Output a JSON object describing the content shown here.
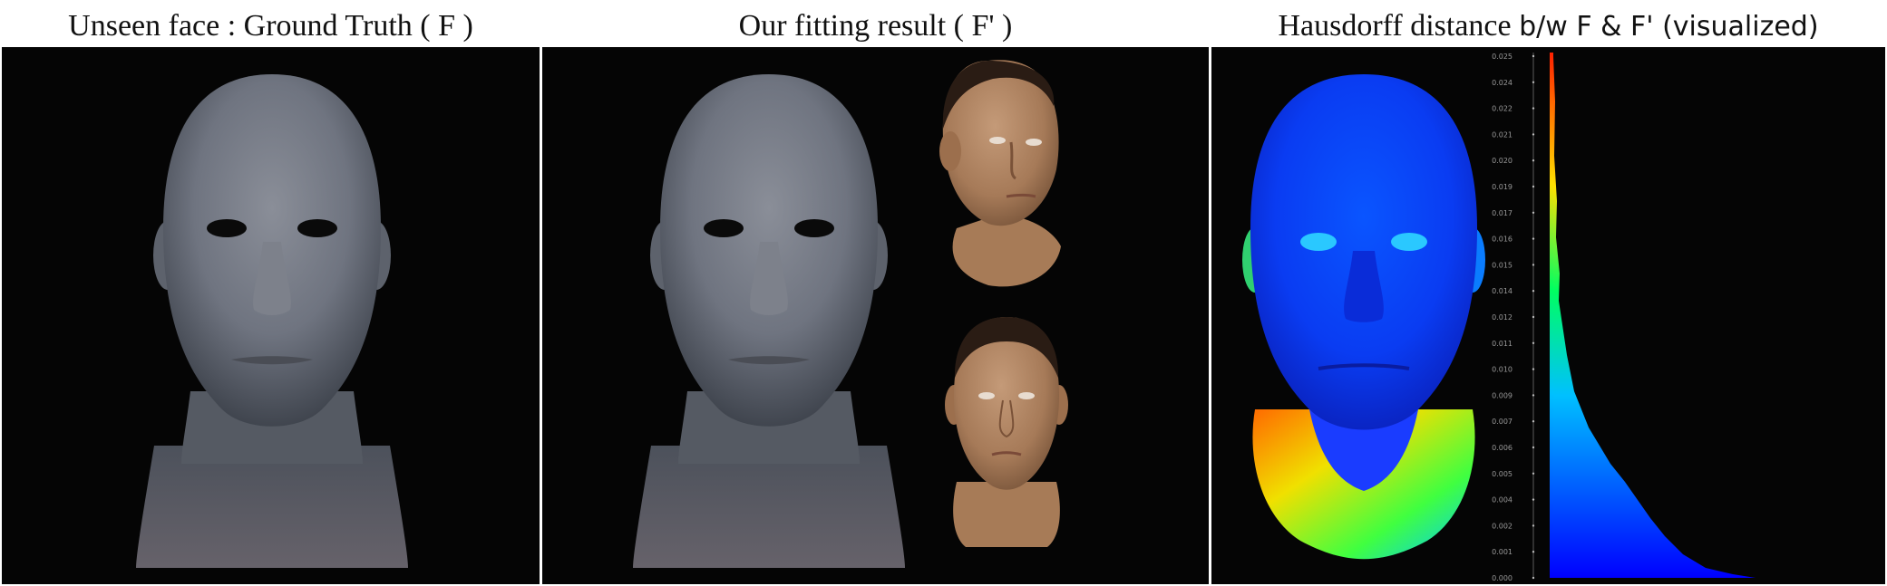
{
  "captions": {
    "ground_truth": "Unseen face : Ground Truth ( F )",
    "fitting_result": "Our fitting result ( F' )",
    "hausdorff_main": "Hausdorff distance ",
    "hausdorff_mono": "b/w F & F' (visualized)"
  },
  "panels": [
    {
      "id": "ground-truth",
      "content": "grey rendered head mesh, frontal view"
    },
    {
      "id": "fitting-result",
      "content": "grey rendered fitted head mesh with two textured head renders (three-quarter view and frontal view)"
    },
    {
      "id": "hausdorff",
      "content": "head mesh colored by distance heatmap with histogram color scale"
    }
  ],
  "scale": {
    "ticks": [
      "0.025",
      "0.024",
      "0.022",
      "0.021",
      "0.020",
      "0.019",
      "0.017",
      "0.016",
      "0.015",
      "0.014",
      "0.012",
      "0.011",
      "0.010",
      "0.009",
      "0.007",
      "0.006",
      "0.005",
      "0.004",
      "0.002",
      "0.001",
      "0.000"
    ],
    "colors": {
      "low": "#0000ff",
      "mid": "#00c0ff",
      "high": "#ff2000"
    }
  }
}
